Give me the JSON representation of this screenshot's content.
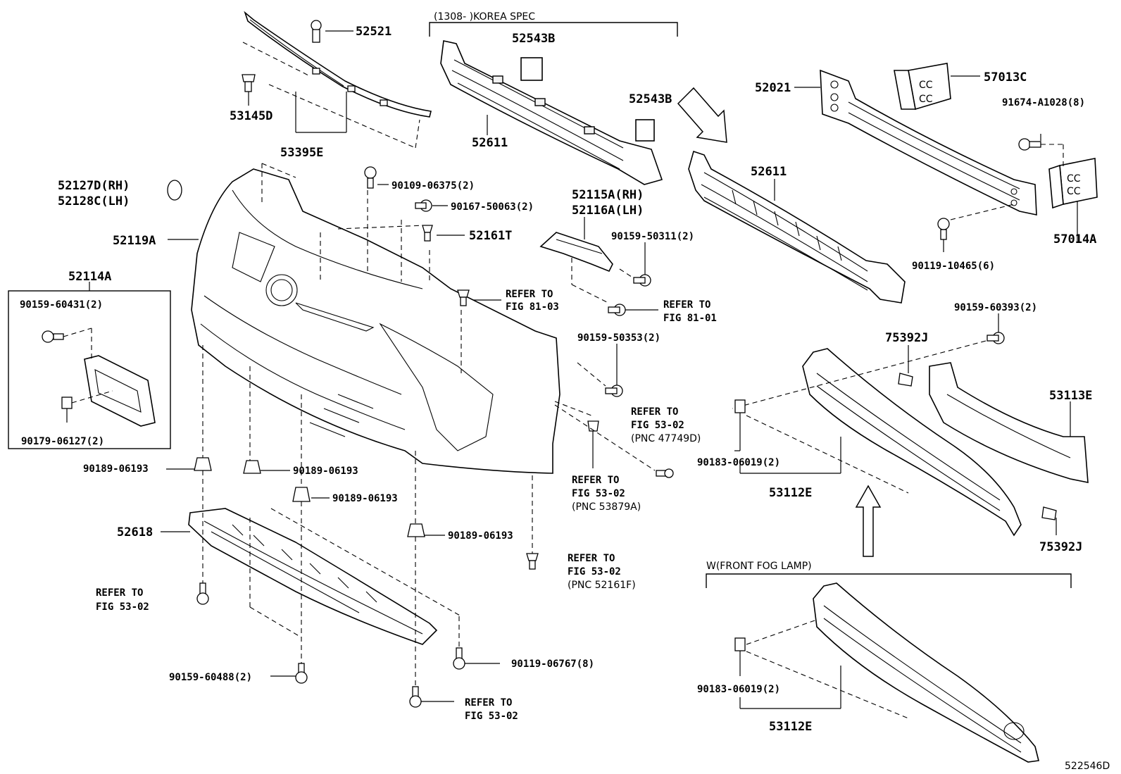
{
  "labels": {
    "p52521": "52521",
    "p53145D": "53145D",
    "p53395E": "53395E",
    "korea_spec": "(1308-      )KOREA SPEC",
    "p52543B_a": "52543B",
    "p52543B_b": "52543B",
    "p52611_a": "52611",
    "p52611_b": "52611",
    "p52021": "52021",
    "p57013C": "57013C",
    "p91674": "91674-A1028(8)",
    "p57014A": "57014A",
    "p90119_10465": "90119-10465(6)",
    "p52127D": "52127D(RH)",
    "p52128C": "52128C(LH)",
    "p52119A": "52119A",
    "p90109": "90109-06375(2)",
    "p90167": "90167-50063(2)",
    "p52161T": "52161T",
    "p52115A": "52115A(RH)",
    "p52116A": "52116A(LH)",
    "p90159_50311": "90159-50311(2)",
    "p52114A": "52114A",
    "p90159_60431": "90159-60431(2)",
    "p90179": "90179-06127(2)",
    "refer_8103_a": "REFER TO",
    "refer_8103_b": "FIG 81-03",
    "refer_8101_a": "REFER TO",
    "refer_8101_b": "FIG 81-01",
    "p90159_50353": "90159-50353(2)",
    "p90159_60393": "90159-60393(2)",
    "p75392J_a": "75392J",
    "p53113E": "53113E",
    "refer_5302_47749_a": "REFER TO",
    "refer_5302_47749_b": "FIG 53-02",
    "refer_5302_47749_c": "(PNC 47749D)",
    "p90183_a": "90183-06019(2)",
    "p53112E_a": "53112E",
    "p75392J_b": "75392J",
    "p90189_a": "90189-06193",
    "p90189_b": "90189-06193",
    "p90189_c": "90189-06193",
    "p90189_d": "90189-06193",
    "refer_5302_53879_a": "REFER TO",
    "refer_5302_53879_b": "FIG 53-02",
    "refer_5302_53879_c": "(PNC 53879A)",
    "p52618": "52618",
    "refer_5302_52161_a": "REFER TO",
    "refer_5302_52161_b": "FIG 53-02",
    "refer_5302_52161_c": "(PNC 52161F)",
    "refer_5302_left_a": "REFER TO",
    "refer_5302_left_b": "FIG 53-02",
    "p90119_06767": "90119-06767(8)",
    "p90159_60488": "90159-60488(2)",
    "refer_5302_bottom_a": "REFER TO",
    "refer_5302_bottom_b": "FIG 53-02",
    "fog_lamp": "W(FRONT FOG LAMP)",
    "p90183_b": "90183-06019(2)",
    "p53112E_b": "53112E",
    "diagram_id": "522546D"
  }
}
